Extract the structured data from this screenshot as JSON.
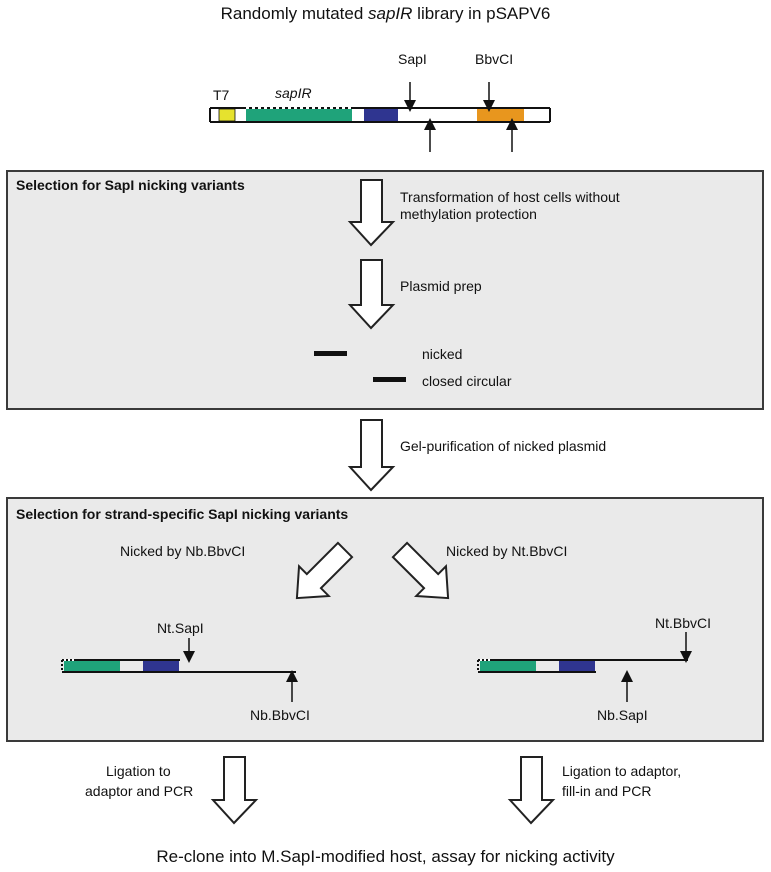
{
  "title": {
    "prefix": "Randomly mutated ",
    "gene": "sapIR",
    "suffix": " library in pSAPV6"
  },
  "construct": {
    "t7": "T7",
    "sapir": "sapIR",
    "sapi": "SapI",
    "bbvci": "BbvCI"
  },
  "panel1": {
    "header": "Selection for SapI nicking variants",
    "step1": [
      "Transformation of host cells without",
      "methylation protection"
    ],
    "step2": "Plasmid prep",
    "gel_nicked": "nicked",
    "gel_closed": "closed circular"
  },
  "between": {
    "gel_purification": "Gel-purification of nicked plasmid"
  },
  "panel2": {
    "header": "Selection for strand-specific SapI nicking variants",
    "left_branch": "Nicked by Nb.BbvCI",
    "right_branch": "Nicked by Nt.BbvCI",
    "left_top": "Nt.SapI",
    "left_bottom": "Nb.BbvCI",
    "right_top": "Nt.BbvCI",
    "right_bottom": "Nb.SapI"
  },
  "bottom": {
    "left": [
      "Ligation to",
      "adaptor and PCR"
    ],
    "right": [
      "Ligation to adaptor,",
      "fill-in and PCR"
    ],
    "footer": "Re-clone into M.SapI-modified host, assay for nicking activity"
  },
  "colors": {
    "t7": "#e6e22e",
    "sapir": "#1fa37a",
    "tag": "#2f3590",
    "bbvci_site": "#e8961e",
    "panel_bg": "#eaeaea"
  }
}
